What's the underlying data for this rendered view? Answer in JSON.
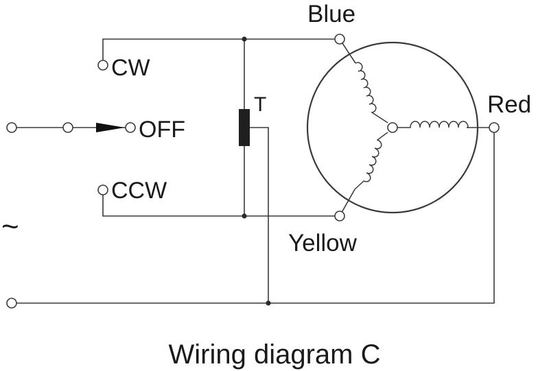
{
  "diagram": {
    "title": "Wiring diagram C",
    "switch": {
      "cw_label": "CW",
      "off_label": "OFF",
      "ccw_label": "CCW"
    },
    "capacitor_label": "T",
    "motor": {
      "blue_label": "Blue",
      "red_label": "Red",
      "yellow_label": "Yellow"
    },
    "ac_symbol": "~",
    "colors": {
      "line": "#3a3a3a",
      "text": "#1a1a1a",
      "background": "#ffffff"
    }
  }
}
